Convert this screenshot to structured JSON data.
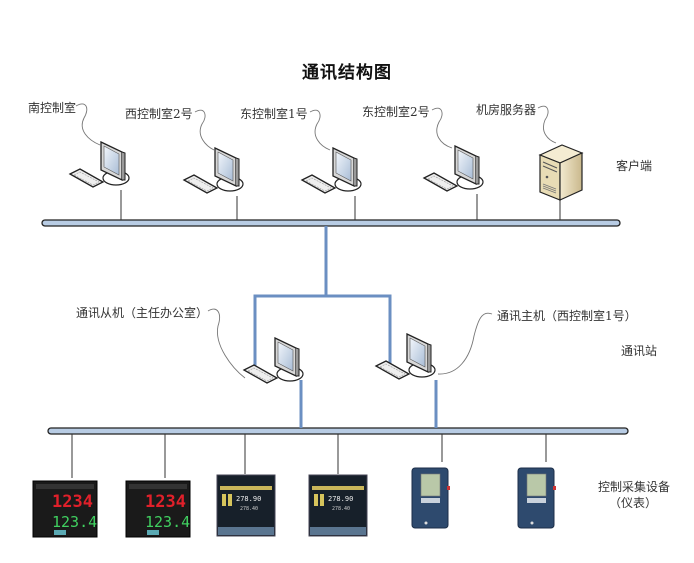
{
  "title": "通讯结构图",
  "client_layer": {
    "label": "客户端",
    "nodes": [
      {
        "name": "南控制室",
        "type": "workstation"
      },
      {
        "name": "西控制室2号",
        "type": "workstation"
      },
      {
        "name": "东控制室1号",
        "type": "workstation"
      },
      {
        "name": "东控制室2号",
        "type": "workstation"
      },
      {
        "name": "机房服务器",
        "type": "server"
      }
    ]
  },
  "comm_layer": {
    "label": "通讯站",
    "nodes": [
      {
        "name": "通讯从机（主任办公室）",
        "type": "workstation"
      },
      {
        "name": "通讯主机（西控制室1号）",
        "type": "workstation"
      }
    ]
  },
  "device_layer": {
    "label_line1": "控制采集设备",
    "label_line2": "（仪表）",
    "devices": [
      {
        "type": "temperature-controller",
        "pv": "1234",
        "sv": "123.4"
      },
      {
        "type": "temperature-controller",
        "pv": "1234",
        "sv": "123.4"
      },
      {
        "type": "process-controller"
      },
      {
        "type": "process-controller"
      },
      {
        "type": "energy-meter"
      },
      {
        "type": "energy-meter"
      }
    ]
  },
  "colors": {
    "bus_fill": "#b8cce4",
    "link_blue": "#6b8fc2",
    "stroke": "#222222"
  }
}
